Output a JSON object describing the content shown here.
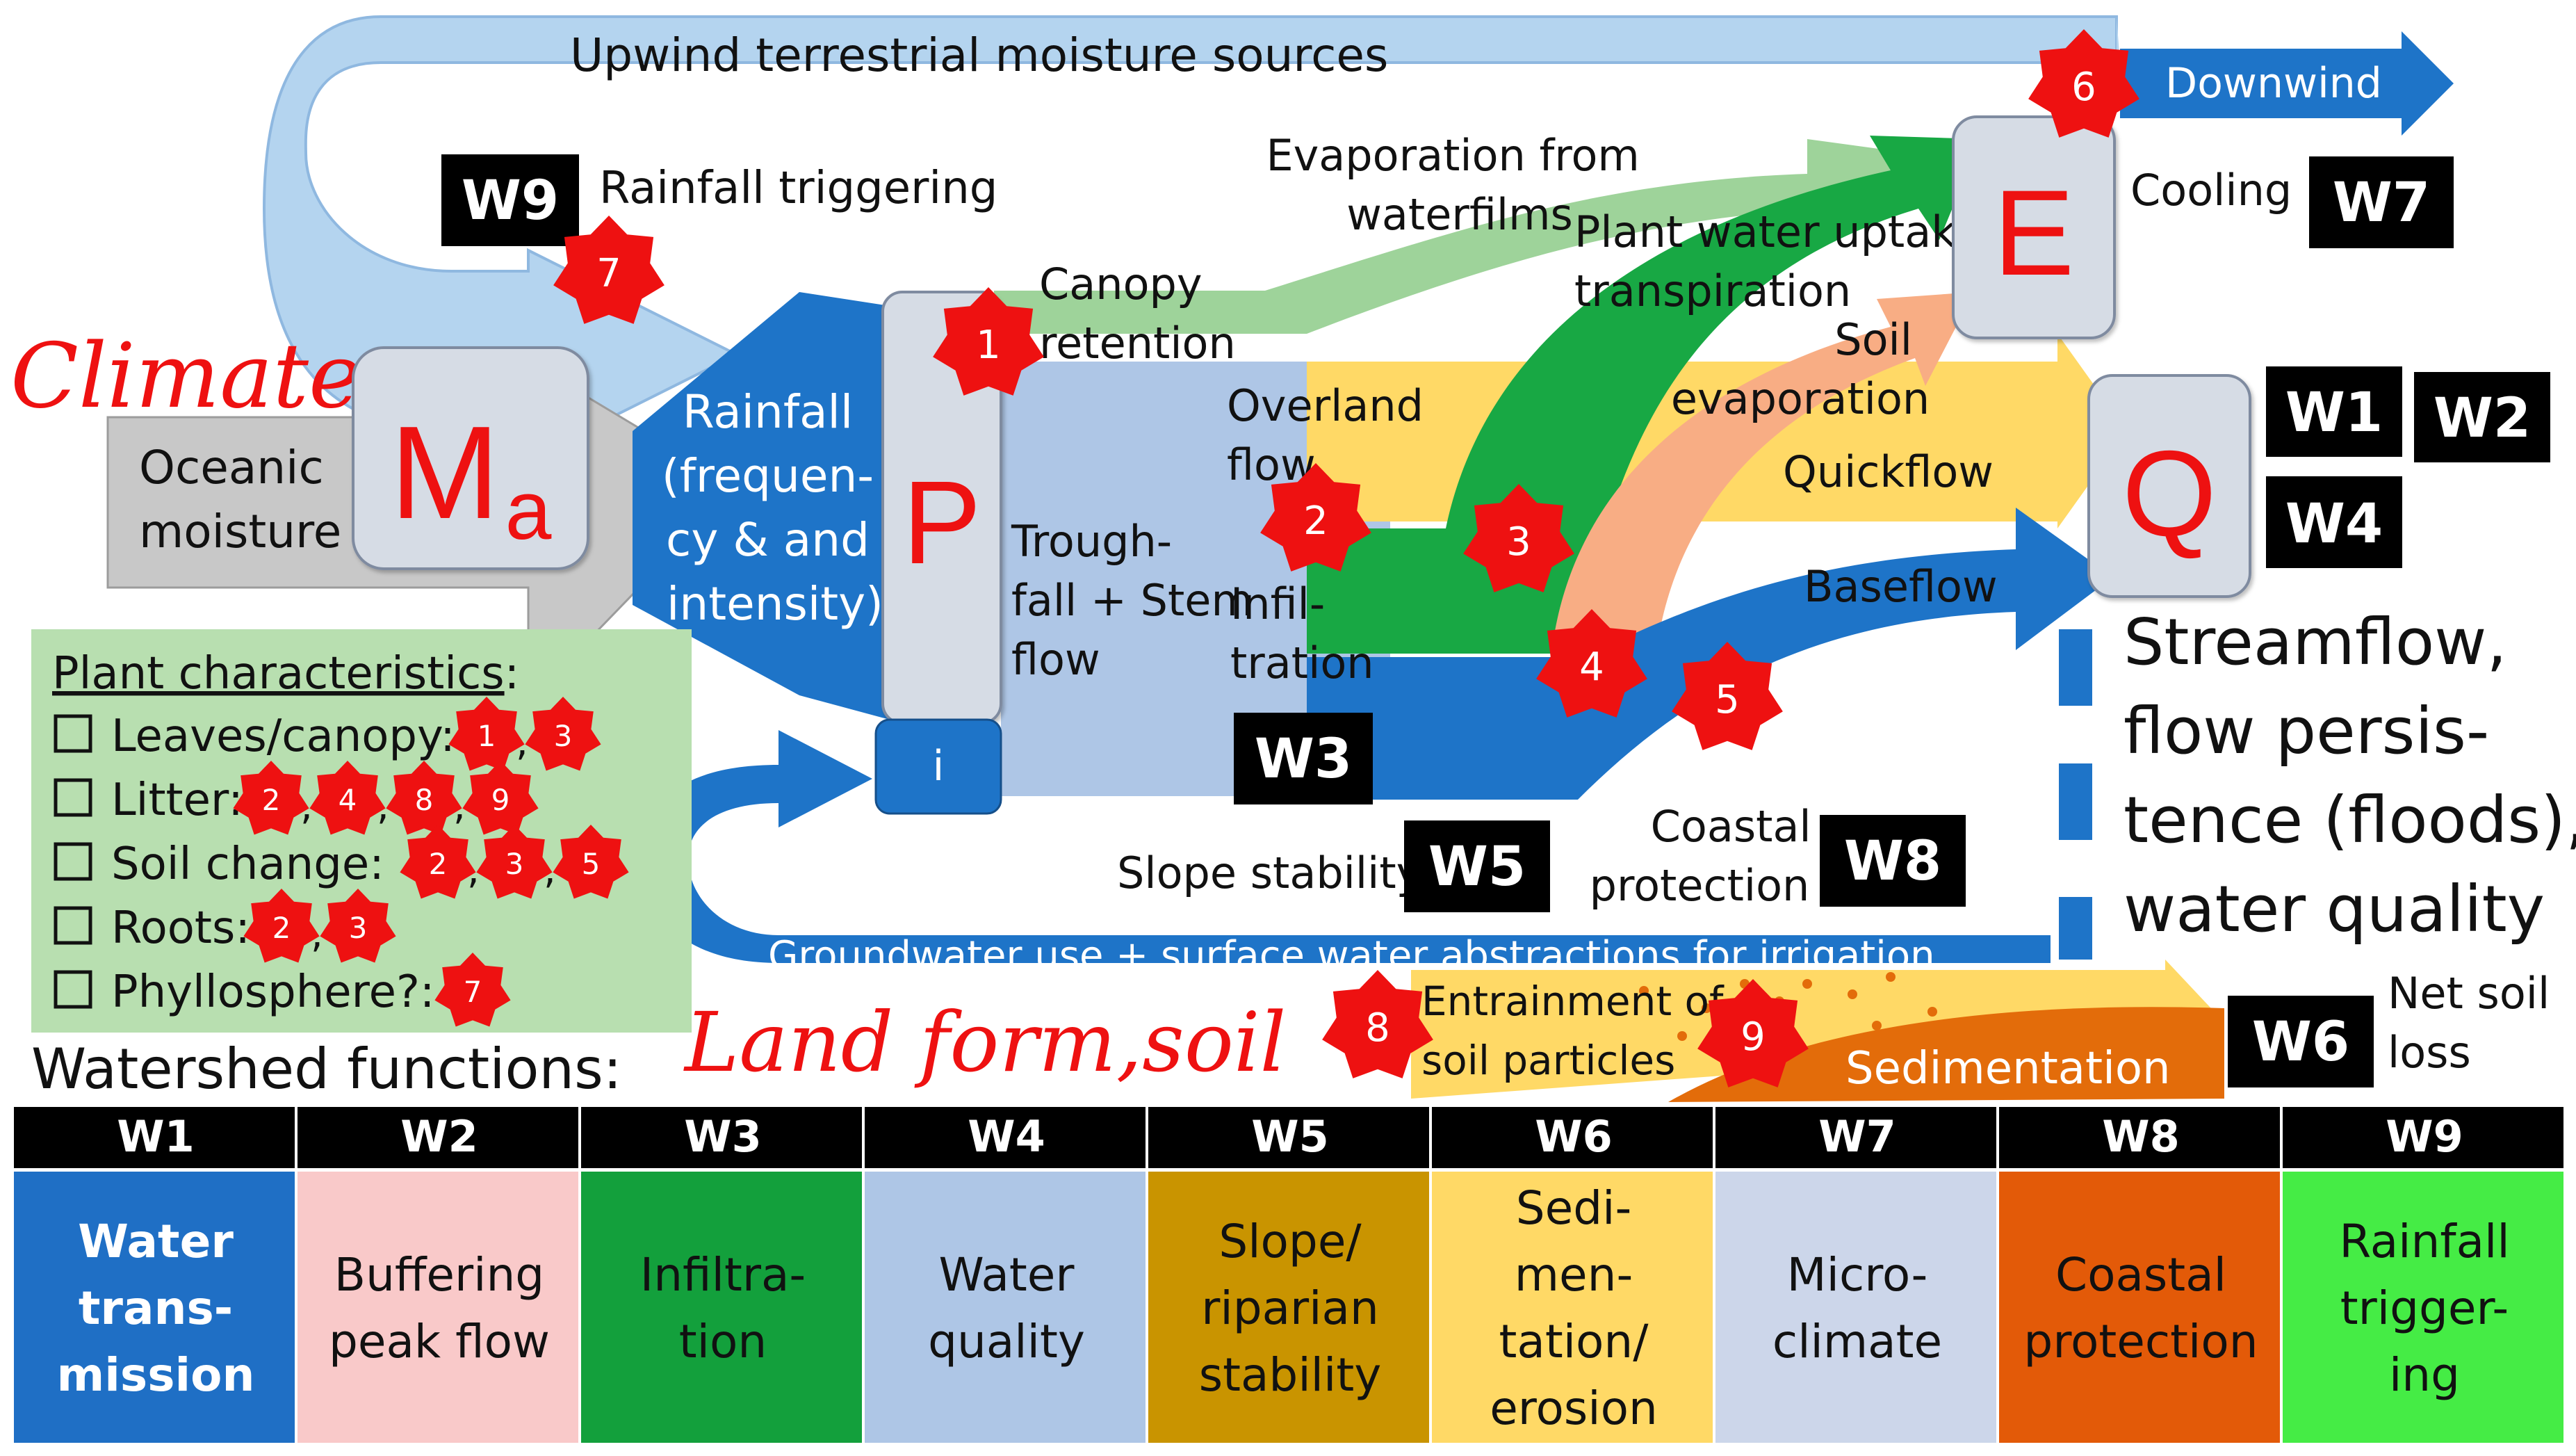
{
  "top_arrow": {
    "upwind_label": "Upwind terrestrial moisture sources",
    "downwind_label": "Downwind"
  },
  "climate_label": "Climate",
  "oceanic_label": "Oceanic\nmoisture",
  "ma_box": {
    "main": "M",
    "sub": "a"
  },
  "rainfall_label": "Rainfall\n(frequen-\ncy & and\nintensity)",
  "p_box": {
    "main": "P",
    "sub": "i"
  },
  "rainfall_triggering_label": "Rainfall triggering",
  "canopy_label": "Canopy\nretention",
  "evap_waterfilms_label": "Evaporation from\nwaterfilms",
  "plant_uptake_label": "Plant water uptake\ntranspiration",
  "soil_evap_label": "Soil\nevaporation",
  "e_box": "E",
  "cooling_label": "Cooling",
  "overland_label": "Overland\nflow",
  "quickflow_label": "Quickflow",
  "throughfall_label": "Trough-\nfall + Stem\nflow",
  "infiltration_label": "Infil-\ntration",
  "baseflow_label": "Baseflow",
  "q_box": "Q",
  "streamflow_label": "Streamflow,\nflow persis-\ntence (floods),\nwater quality",
  "slope_stability_label": "Slope stability",
  "coastal_label": "Coastal\nprotection",
  "groundwater_label": "Groundwater use + surface water abstractions for irrigation",
  "landform_label": "Land form,soil",
  "entrainment_label": "Entrainment of\nsoil particles",
  "sedimentation_label": "Sedimentation",
  "net_soil_loss_label": "Net soil\nloss",
  "badges": [
    "W1",
    "W2",
    "W3",
    "W4",
    "W5",
    "W6",
    "W7",
    "W8",
    "W9"
  ],
  "plant_panel": {
    "title": "Plant characteristics",
    "title_suffix": ":",
    "items": [
      {
        "label": "Leaves/canopy:",
        "markers": [
          "1",
          "3"
        ]
      },
      {
        "label": "Litter:",
        "markers": [
          "2",
          "4",
          "8",
          "9"
        ]
      },
      {
        "label": "Soil change:",
        "markers": [
          "2",
          "3",
          "5"
        ]
      },
      {
        "label": "Roots:",
        "markers": [
          "2",
          "3"
        ]
      },
      {
        "label": "Phyllosphere?:",
        "markers": [
          "7"
        ]
      }
    ]
  },
  "process_markers": [
    "1",
    "2",
    "3",
    "4",
    "5",
    "6",
    "7",
    "8",
    "9"
  ],
  "watershed_title": "Watershed functions:",
  "functions_table": [
    {
      "code": "W1",
      "label": "Water\ntrans-\nmission",
      "color": "#1f6fc5"
    },
    {
      "code": "W2",
      "label": "Buffering\npeak flow",
      "color": "#f9c9c9"
    },
    {
      "code": "W3",
      "label": "Infiltra-\ntion",
      "color": "#13a03c"
    },
    {
      "code": "W4",
      "label": "Water\nquality",
      "color": "#aec6e6"
    },
    {
      "code": "W5",
      "label": "Slope/\nriparian\nstability",
      "color": "#c99400"
    },
    {
      "code": "W6",
      "label": "Sedi-\nmen-\ntation/\nerosion",
      "color": "#ffd966"
    },
    {
      "code": "W7",
      "label": "Micro-\nclimate",
      "color": "#ccd6ea"
    },
    {
      "code": "W8",
      "label": "Coastal\nprotection",
      "color": "#e35a08"
    },
    {
      "code": "W9",
      "label": "Rainfall\ntrigger-\ning",
      "color": "#45ec45"
    }
  ],
  "colors": {
    "light_blue_flow": "#b4d4ef",
    "medium_blue": "#1e74c8",
    "green_flow": "#18a844",
    "light_green": "#9ed39a",
    "yellow_flow": "#ffd966",
    "salmon": "#f8ad84",
    "orange": "#e36c0a",
    "grey_arrow": "#c8c8c8",
    "box_fill": "#d6dce5",
    "marker_red": "#ee1111",
    "script_red": "#ee1111",
    "panel_green": "#b8dfb0"
  }
}
